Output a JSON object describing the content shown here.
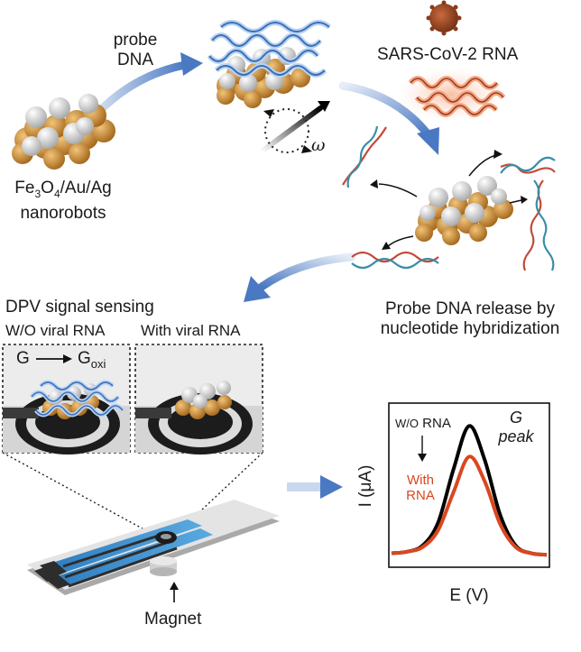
{
  "labels": {
    "probe_dna_line1": "probe",
    "probe_dna_line2": "DNA",
    "sars_cov2_rna": "SARS-CoV-2 RNA",
    "omega": "ω",
    "nanorobots_line1_a": "Fe",
    "nanorobots_line1_sub1": "3",
    "nanorobots_line1_b": "O",
    "nanorobots_line1_sub2": "4",
    "nanorobots_line1_c": "/Au/Ag",
    "nanorobots_line2": "nanorobots",
    "release_line1": "Probe DNA release by",
    "release_line2": "nucleotide hybridization",
    "dpv_title": "DPV signal sensing",
    "wo_viral": "W/O viral RNA",
    "with_viral": "With viral RNA",
    "g_label": "G",
    "goxi_label": "G",
    "goxi_sub": "oxi",
    "magnet": "Magnet"
  },
  "chart_data": {
    "type": "line",
    "xlabel": "E (V)",
    "ylabel": "I (μA)",
    "annotations": {
      "wo_line1": "W/O",
      "wo_line2": "RNA",
      "with_line1": "With",
      "with_line2": "RNA",
      "g": "G",
      "peak": "peak"
    },
    "x": [
      0,
      0.1,
      0.2,
      0.3,
      0.4,
      0.5,
      0.6,
      0.7,
      0.8,
      0.9,
      1.0
    ],
    "series": [
      {
        "values": [
          0.05,
          0.06,
          0.1,
          0.25,
          0.6,
          0.88,
          0.66,
          0.3,
          0.1,
          0.05,
          0.04
        ],
        "color": "#000000"
      },
      {
        "values": [
          0.05,
          0.06,
          0.09,
          0.2,
          0.45,
          0.68,
          0.52,
          0.24,
          0.09,
          0.05,
          0.04
        ],
        "color": "#d9471f"
      }
    ],
    "ylim": [
      0,
      1
    ],
    "xlim": [
      0,
      1
    ]
  },
  "colors": {
    "accent_blue": "#4a78c2",
    "gold": "#c98a2e",
    "silver": "#d8d8d8",
    "dna_red": "#c24a3a",
    "dna_teal": "#3a8ea6",
    "rna_glow": "#f3a783",
    "strip_blue": "#3a8fd0",
    "red_text": "#d9471f"
  }
}
